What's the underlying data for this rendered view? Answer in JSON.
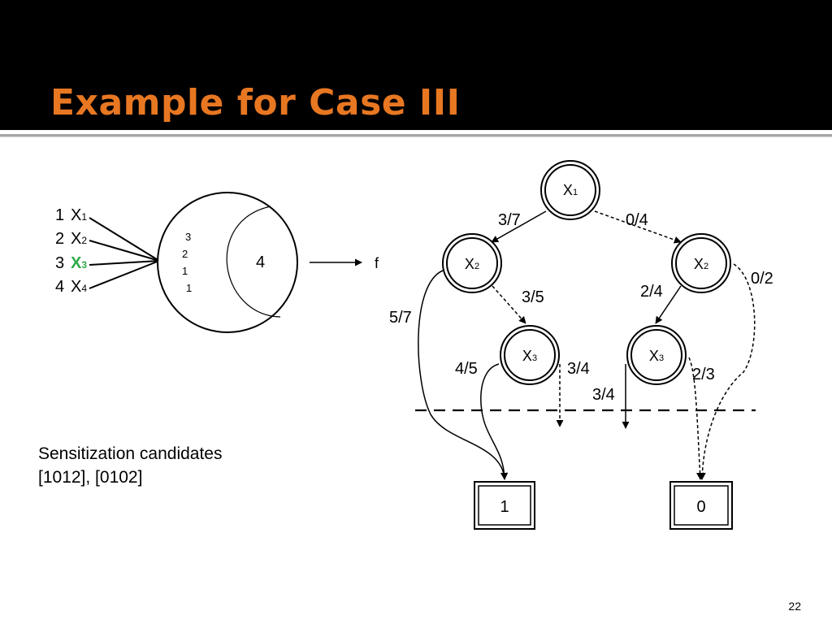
{
  "slide": {
    "title": "Example for Case III",
    "page_number": "22",
    "accent_color": "#e87722",
    "highlight_color": "#2eaa4a",
    "index_color": "#1f3864"
  },
  "left_circuit": {
    "inputs": [
      {
        "index": "1",
        "var": "X",
        "sub": "1"
      },
      {
        "index": "2",
        "var": "X",
        "sub": "2"
      },
      {
        "index": "3",
        "var": "X",
        "sub": "3"
      },
      {
        "index": "4",
        "var": "X",
        "sub": "4"
      }
    ],
    "weights": [
      "3",
      "2",
      "1",
      "1"
    ],
    "threshold": "4",
    "output": "f"
  },
  "tree": {
    "nodes": {
      "n1": {
        "var": "X",
        "sub": "1"
      },
      "n2l": {
        "var": "X",
        "sub": "2"
      },
      "n2r": {
        "var": "X",
        "sub": "2"
      },
      "n3l": {
        "var": "X",
        "sub": "3"
      },
      "n3r": {
        "var": "X",
        "sub": "3"
      }
    },
    "edge_labels": {
      "e1": "3/7",
      "e2": "0/4",
      "e3": "0/2",
      "e4": "3/5",
      "e5": "2/4",
      "e6": "5/7",
      "e7": "4/5",
      "e8": "3/4",
      "e9": "2/3",
      "e10": "3/4"
    },
    "terminals": {
      "t1": "1",
      "t0": "0"
    }
  },
  "note": {
    "line1": "Sensitization candidates",
    "line2": "[1012], [0102]"
  }
}
